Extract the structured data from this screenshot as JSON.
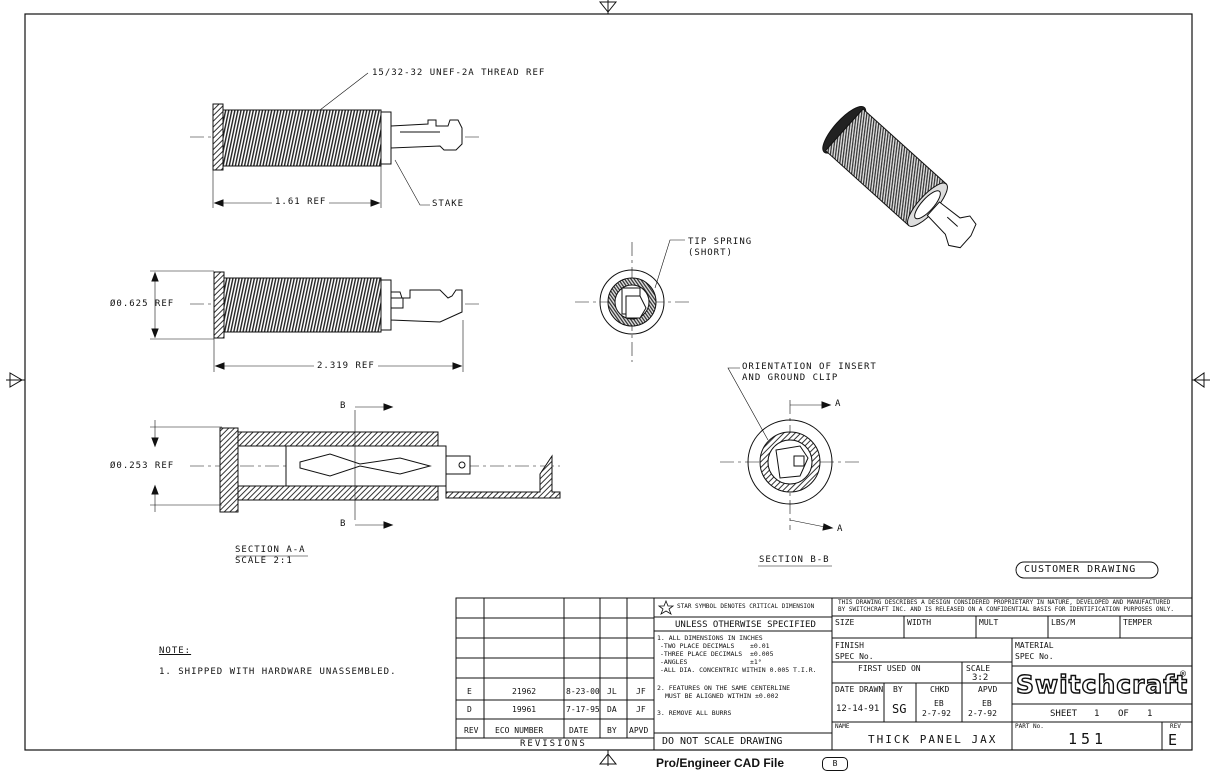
{
  "notes": {
    "thread_ref": "15/32-32 UNEF-2A THREAD REF",
    "stake": "STAKE",
    "dim_1_61": "1.61 REF",
    "dim_0_625": "Ø0.625 REF",
    "dim_2_319": "2.319 REF",
    "dim_0_253": "Ø0.253 REF",
    "tip_spring": "TIP SPRING",
    "tip_spring_2": "(SHORT)",
    "orientation_1": "ORIENTATION OF INSERT",
    "orientation_2": "AND GROUND CLIP",
    "b_label": "B",
    "a_label": "A",
    "section_aa": "SECTION A-A",
    "scale_aa": "SCALE 2:1",
    "section_bb": "SECTION B-B",
    "customer_drawing": "CUSTOMER DRAWING",
    "note_heading": "NOTE:",
    "note_1": "1. SHIPPED WITH HARDWARE UNASSEMBLED."
  },
  "revisions": {
    "title": "REVISIONS",
    "headers": [
      "REV",
      "ECO NUMBER",
      "DATE",
      "BY",
      "APVD"
    ],
    "rows": [
      [
        "E",
        "21962",
        "8-23-00",
        "JL",
        "JF"
      ],
      [
        "D",
        "19961",
        "7-17-95",
        "DA",
        "JF"
      ]
    ]
  },
  "spec": {
    "star_note": "STAR SYMBOL DENOTES CRITICAL DIMENSION",
    "unless": "UNLESS OTHERWISE SPECIFIED",
    "l1": "1. ALL DIMENSIONS IN INCHES",
    "l2": "-TWO PLACE DECIMALS    ±0.01",
    "l3": "-THREE PLACE DECIMALS  ±0.005",
    "l4": "-ANGLES                ±1°",
    "l5": "-ALL DIA. CONCENTRIC WITHIN 0.005 T.I.R.",
    "l6": "2. FEATURES ON THE SAME CENTERLINE",
    "l7": "MUST BE ALIGNED WITHIN ±0.002",
    "l8": "3. REMOVE ALL BURRS",
    "do_not_scale": "DO NOT SCALE DRAWING"
  },
  "title_block": {
    "proprietary_1": "THIS DRAWING DESCRIBES A DESIGN CONSIDERED PROPRIETARY IN NATURE, DEVELOPED AND MANUFACTURED",
    "proprietary_2": "BY SWITCHCRAFT INC. AND IS RELEASED ON A CONFIDENTIAL BASIS FOR IDENTIFICATION PURPOSES ONLY.",
    "size": "SIZE",
    "width": "WIDTH",
    "mult": "MULT",
    "lbs_m": "LBS/M",
    "temper": "TEMPER",
    "finish": "FINISH",
    "spec_no": "SPEC No.",
    "material": "MATERIAL",
    "spec_no_2": "SPEC No.",
    "first_used_on": "FIRST USED ON",
    "scale_label": "SCALE",
    "scale_value": "3:2",
    "logo": "Switchcraft",
    "date_drawn": "DATE DRAWN",
    "date_drawn_value": "12-14-91",
    "by": "BY",
    "by_value": "SG",
    "chkd": "CHKD",
    "chkd_1": "EB",
    "chkd_2": "2-7-92",
    "apvd": "APVD",
    "apvd_1": "EB",
    "apvd_2": "2-7-92",
    "sheet": "SHEET",
    "sheet_no": "1",
    "of": "OF",
    "of_no": "1",
    "name_label": "NAME",
    "name_value": "THICK PANEL JAX",
    "part_no_label": "PART No.",
    "part_no_value": "151",
    "rev_label": "REV",
    "rev_value": "E"
  },
  "footer": {
    "label": "Pro/Engineer CAD File",
    "badge": "B"
  }
}
